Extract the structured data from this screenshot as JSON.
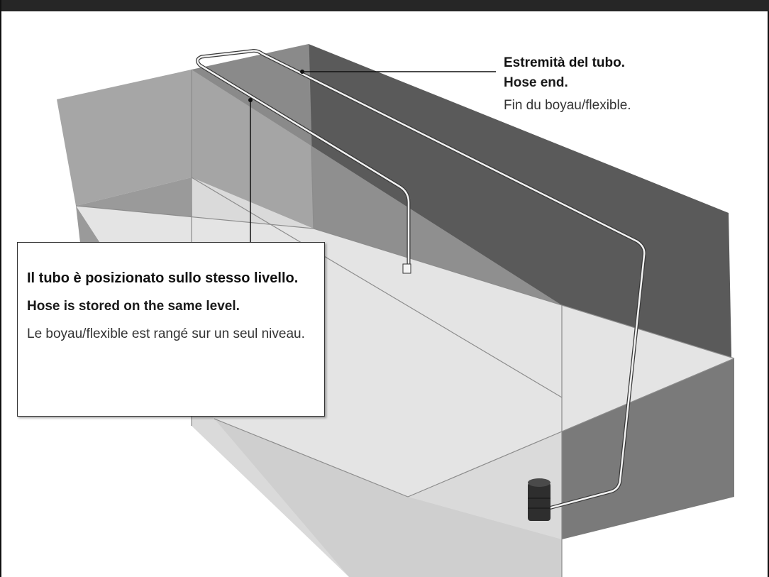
{
  "colors": {
    "top_bar": "#262626",
    "back_wall_dark": "#666666",
    "left_wall": "#999999",
    "floor_light": "#e6e6e6",
    "hose": "#f2f2f2"
  },
  "icons": {
    "container": "hose-reel-drum-icon"
  },
  "callouts": {
    "hose_end": {
      "it": "Estremità del tubo.",
      "en": "Hose end.",
      "fr": "Fin du boyau/flexible."
    },
    "same_level": {
      "it": "Il tubo è posizionato sullo stesso livello.",
      "en": "Hose is stored on the same level.",
      "fr": "Le boyau/flexible est rangé sur un seul niveau."
    }
  }
}
